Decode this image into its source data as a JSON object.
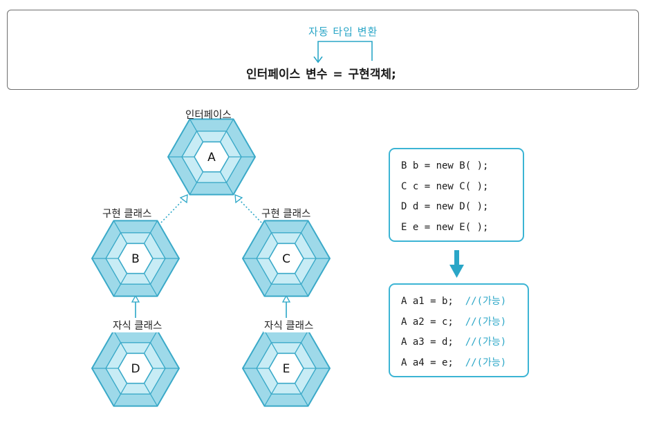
{
  "top": {
    "note": "자동 타입 변환",
    "statement": "인터페이스 변수 = 구현객체;"
  },
  "hexagons": [
    {
      "id": "A",
      "label": "A"
    },
    {
      "id": "B",
      "label": "B"
    },
    {
      "id": "C",
      "label": "C"
    },
    {
      "id": "D",
      "label": "D"
    },
    {
      "id": "E",
      "label": "E"
    }
  ],
  "labels": {
    "interface": "인터페이스",
    "impl_left": "구현 클래스",
    "impl_right": "구현 클래스",
    "child_left": "자식 클래스",
    "child_right": "자식 클래스"
  },
  "code_top": [
    "B b = new B( );",
    "C c = new C( );",
    "D d = new D( );",
    "E e = new E( );"
  ],
  "code_bottom": [
    {
      "code": "A a1 = b;  ",
      "comment": "//(가능)"
    },
    {
      "code": "A a2 = c;  ",
      "comment": "//(가능)"
    },
    {
      "code": "A a3 = d;  ",
      "comment": "//(가능)"
    },
    {
      "code": "A a4 = e;  ",
      "comment": "//(가능)"
    }
  ],
  "colors": {
    "accent": "#2aa6c7",
    "hex_outer": "#9ed9e9",
    "hex_stroke": "#3aa9c8",
    "hex_center": "#ffffff"
  }
}
